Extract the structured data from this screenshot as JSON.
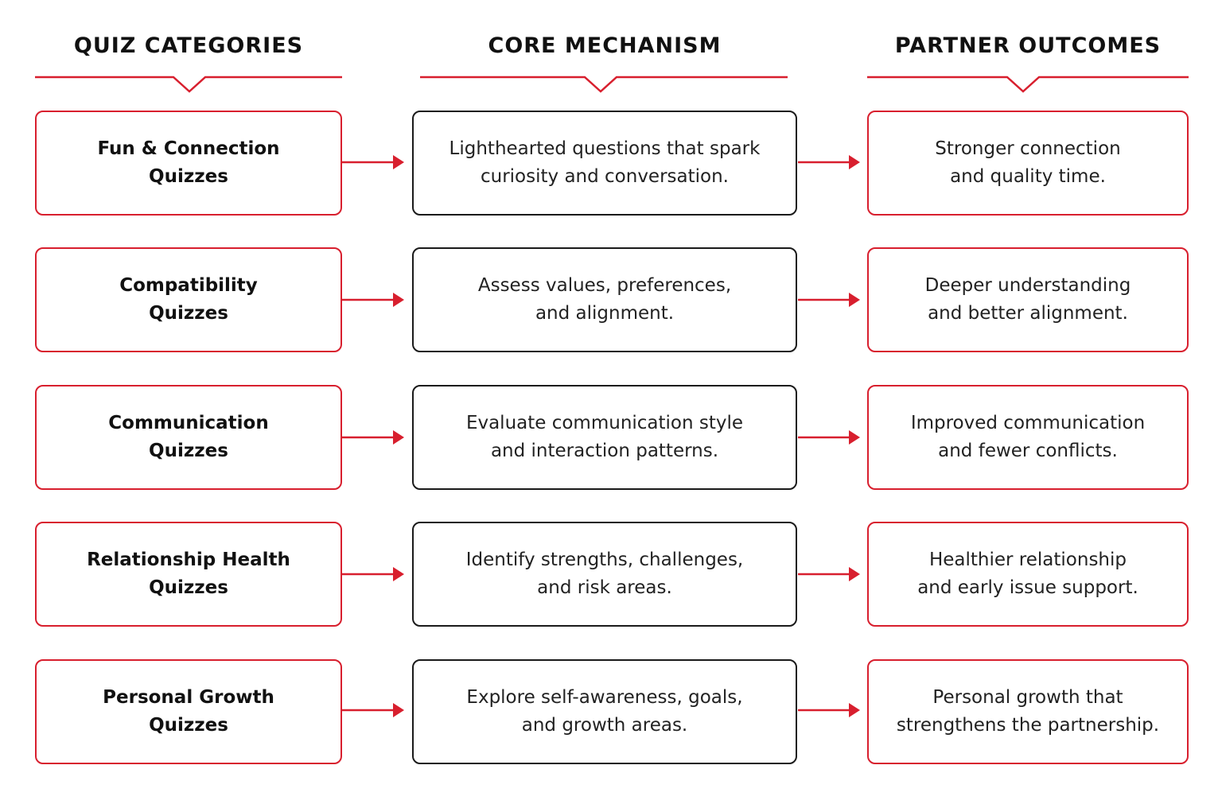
{
  "headers": {
    "categories": "QUIZ CATEGORIES",
    "mechanism": "CORE MECHANISM",
    "outcomes": "PARTNER OUTCOMES"
  },
  "rows": [
    {
      "category": "Fun & Connection\nQuizzes",
      "mechanism": "Lighthearted questions that spark\ncuriosity and conversation.",
      "outcome": "Stronger connection\nand quality time."
    },
    {
      "category": "Compatibility\nQuizzes",
      "mechanism": "Assess values, preferences,\nand alignment.",
      "outcome": "Deeper understanding\nand better alignment."
    },
    {
      "category": "Communication\nQuizzes",
      "mechanism": "Evaluate communication style\nand interaction patterns.",
      "outcome": "Improved communication\nand fewer conflicts."
    },
    {
      "category": "Relationship Health\nQuizzes",
      "mechanism": "Identify strengths, challenges,\nand risk areas.",
      "outcome": "Healthier relationship\nand early issue support."
    },
    {
      "category": "Personal Growth\nQuizzes",
      "mechanism": "Explore self-awareness, goals,\nand growth areas.",
      "outcome": "Personal growth that\nstrengthens the partnership."
    }
  ],
  "colors": {
    "accent": "#d81f2e",
    "mechanism_border": "#1a1a1a",
    "text": "#111111"
  }
}
